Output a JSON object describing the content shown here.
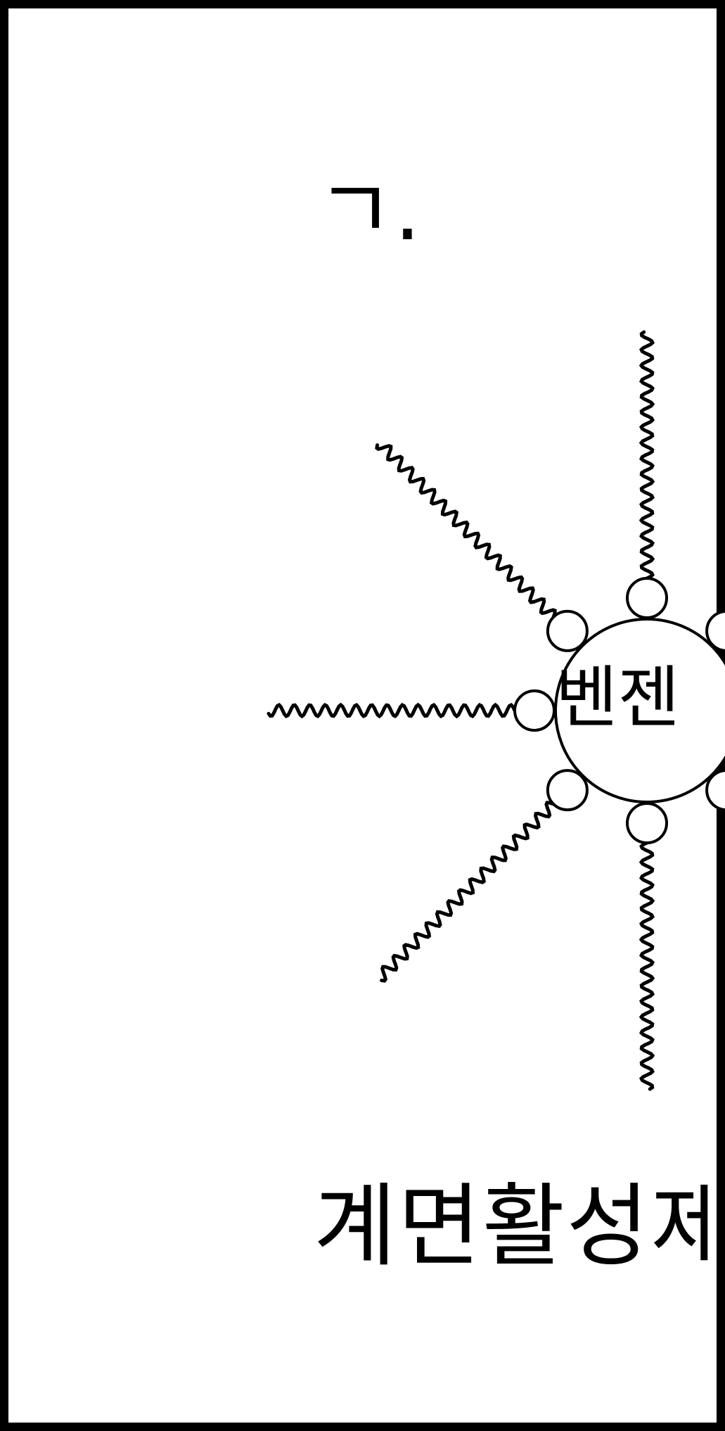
{
  "figure": {
    "panel_label": "ㄱ.",
    "core_label": "벤젠",
    "caption": "계면활성제"
  },
  "micelle": {
    "tail_count": 8,
    "colors": {
      "line": "#000000",
      "background": "#ffffff"
    }
  }
}
